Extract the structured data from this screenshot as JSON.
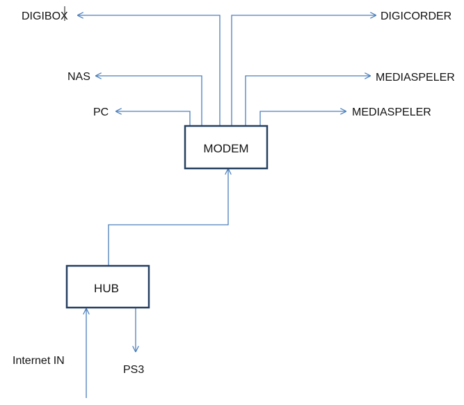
{
  "diagram": {
    "colors": {
      "connector": "#4a7ebb",
      "box_border": "#243f60",
      "text": "#111111",
      "background": "#ffffff"
    },
    "nodes": {
      "modem": "MODEM",
      "hub": "HUB"
    },
    "outputs": {
      "digibox": "DIGIBOX",
      "nas": "NAS",
      "pc": "PC",
      "digicorder": "DIGICORDER",
      "mediaspeler_1": "MEDIASPELER",
      "mediaspeler_2": "MEDIASPELER",
      "ps3": "PS3"
    },
    "input": {
      "internet": "Internet IN"
    }
  }
}
